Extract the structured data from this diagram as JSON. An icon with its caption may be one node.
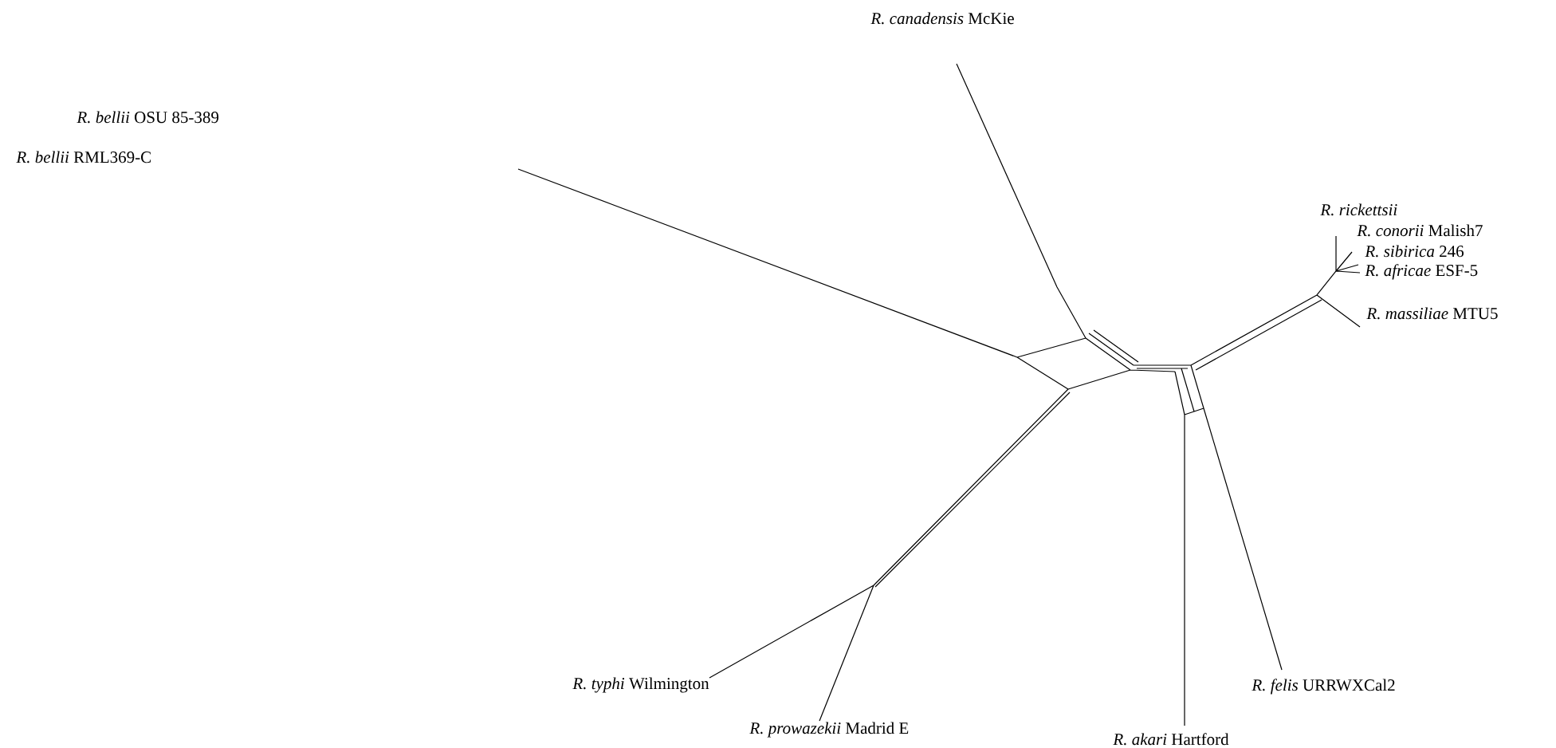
{
  "diagram": {
    "labels": [
      "*R. canadensis* McKie",
      "*R. bellii* OSU 85-389",
      "*R. bellii* RML369-C",
      "*R. rickettsii*",
      "*R. conorii* Malish7",
      "*R. sibirica* 246",
      "*R. africae* ESF-5",
      "*R. massiliae* MTU5",
      "*R. felis* URRWXCal2",
      "*R. akari* Hartford",
      "*R. typhi* Wilmington",
      "*R. prowazekii* Madrid E"
    ]
  }
}
